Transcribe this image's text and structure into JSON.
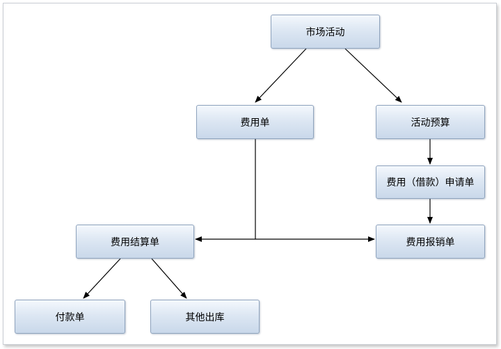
{
  "diagram": {
    "nodes": {
      "marketing_activity": "市场活动",
      "expense_form": "费用单",
      "activity_budget": "活动预算",
      "expense_loan_request": "费用（借款）申请单",
      "expense_settlement": "费用结算单",
      "expense_reimbursement": "费用报销单",
      "payment_form": "付款单",
      "other_outbound": "其他出库"
    },
    "edges": [
      {
        "from": "marketing_activity",
        "to": "expense_form"
      },
      {
        "from": "marketing_activity",
        "to": "activity_budget"
      },
      {
        "from": "activity_budget",
        "to": "expense_loan_request"
      },
      {
        "from": "expense_loan_request",
        "to": "expense_reimbursement"
      },
      {
        "from": "expense_form",
        "to": "expense_settlement"
      },
      {
        "from": "expense_form",
        "to": "expense_reimbursement"
      },
      {
        "from": "expense_settlement",
        "to": "payment_form"
      },
      {
        "from": "expense_settlement",
        "to": "other_outbound"
      }
    ]
  }
}
